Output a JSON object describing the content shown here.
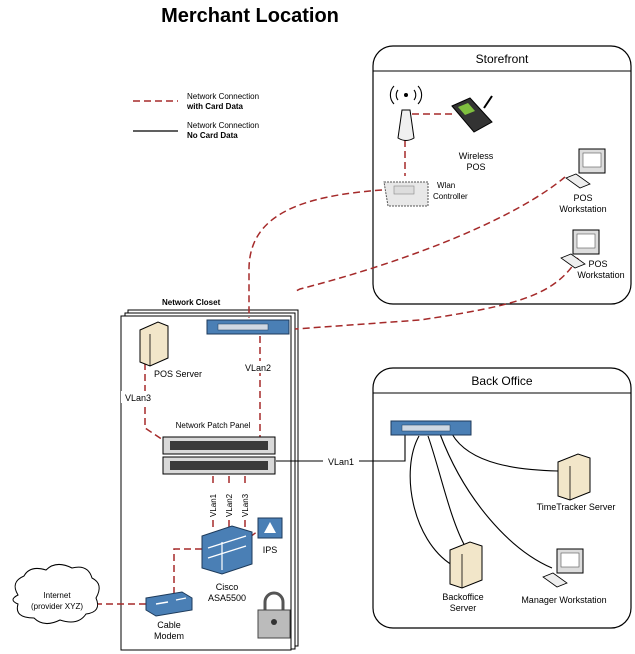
{
  "title": "Merchant Location",
  "legend": {
    "card_line1": "Network Connection",
    "card_line2": "with Card Data",
    "nocard_line1": "Network Connection",
    "nocard_line2": "No Card Data"
  },
  "zones": {
    "storefront": "Storefront",
    "back_office": "Back Office",
    "network_closet": "Network Closet"
  },
  "devices": {
    "wireless_pos_1": "Wireless",
    "wireless_pos_2": "POS",
    "wlan_1": "Wlan",
    "wlan_2": "Controller",
    "pos_ws_a_1": "POS",
    "pos_ws_a_2": "Workstation",
    "pos_ws_b_1": "POS",
    "pos_ws_b_2": "Workstation",
    "pos_server": "POS Server",
    "patch_panel": "Network Patch Panel",
    "ips": "IPS",
    "cisco_1": "Cisco",
    "cisco_2": "ASA5500",
    "modem_1": "Cable",
    "modem_2": "Modem",
    "internet_1": "Internet",
    "internet_2": "(provider XYZ)",
    "timetracker": "TimeTracker Server",
    "backoffice_1": "Backoffice",
    "backoffice_2": "Server",
    "manager_ws": "Manager Workstation"
  },
  "vlans": {
    "vlan1": "VLan1",
    "vlan2": "VLan2",
    "vlan3": "VLan3",
    "v1": "VLan1",
    "v2": "VLan2",
    "v3": "VLan3"
  },
  "colors": {
    "card_line": "#a52a2a",
    "plain_line": "#000000",
    "device_blue": "#4a7fb5",
    "zone_bg": "#ffffff"
  }
}
